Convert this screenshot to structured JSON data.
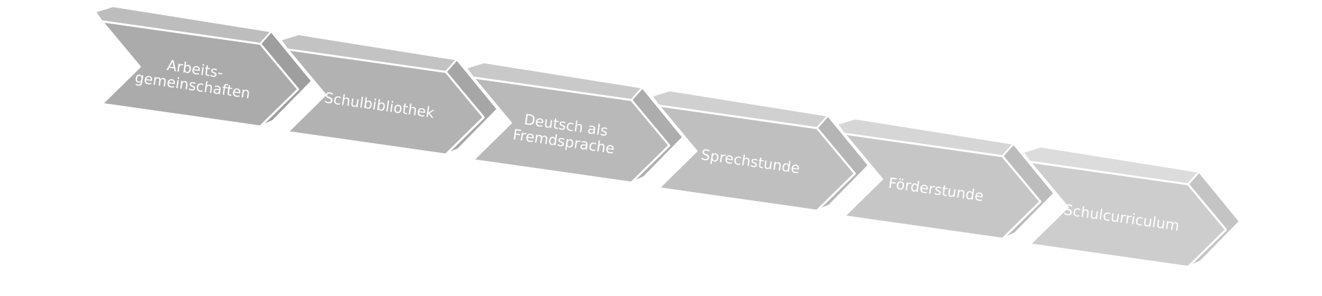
{
  "steps": [
    {
      "lines": [
        "Arbeits-",
        "gemeinschaften"
      ]
    },
    {
      "lines": [
        "Schulbibliothek"
      ]
    },
    {
      "lines": [
        "Deutsch als",
        "Fremdsprache"
      ]
    },
    {
      "lines": [
        "Sprechstunde"
      ]
    },
    {
      "lines": [
        "Förderstunde"
      ]
    },
    {
      "lines": [
        "Schulcurriculum"
      ]
    }
  ],
  "colors": {
    "face_start": "#ababab",
    "face_end": "#cdcdcd",
    "top_edge": "#bdbdbd",
    "side_edge": "#9e9e9e",
    "outline": "#ffffff",
    "label": "#ffffff"
  }
}
